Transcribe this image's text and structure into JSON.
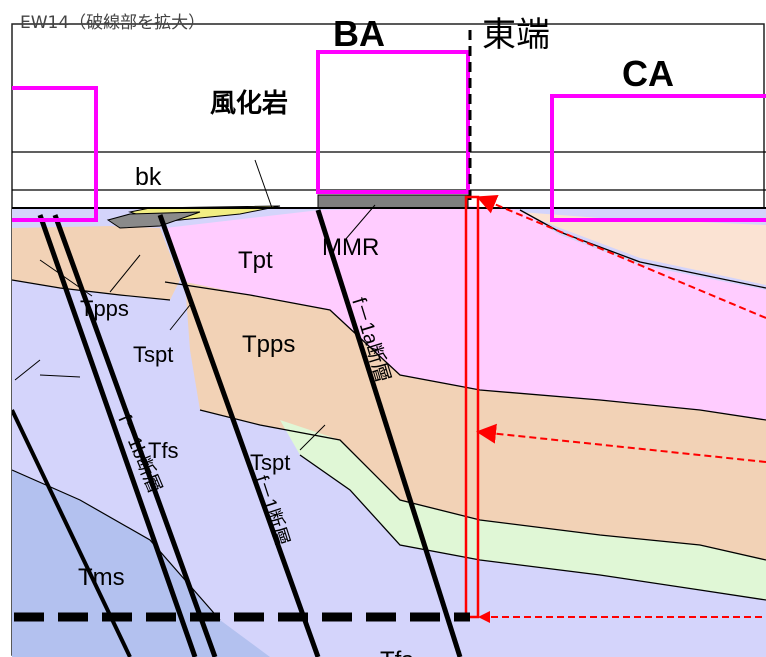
{
  "caption": "EW14（破線部を拡大）",
  "east_end": "東端",
  "buildings": {
    "ba": "BA",
    "ca": "CA"
  },
  "surface": {
    "weathered_rock": "風化岩",
    "bk": "bk",
    "mmr": "MMR"
  },
  "units": {
    "tpt": "Tpt",
    "tpps_left": "Tpps",
    "tpps_mid": "Tpps",
    "tspt_left": "Tspt",
    "tspt_mid": "Tspt",
    "tfs": "Tfs",
    "tfs_bottom": "Tfs",
    "tms": "Tms"
  },
  "faults": {
    "f1a": "f－1a断層",
    "f1b": "f－1b断層",
    "f1": "f－1断層"
  },
  "colors": {
    "frame": "#ff00ff",
    "tpt": "#ffccff",
    "tpps": "#f2d2b6",
    "tspt": "#e0f7d6",
    "tfs": "#d4d4fb",
    "tms": "#b3c1ef",
    "weathered": "#f2ee83",
    "mmr": "#7f7f7f",
    "fault_line": "#000000",
    "arrow": "#ff0000"
  }
}
